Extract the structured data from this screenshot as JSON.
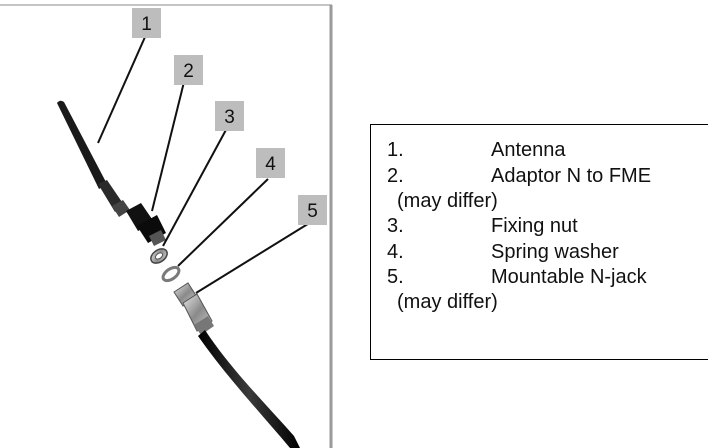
{
  "callouts": [
    "1",
    "2",
    "3",
    "4",
    "5"
  ],
  "legend": {
    "items": [
      {
        "num": "1.",
        "label": "Antenna",
        "note": ""
      },
      {
        "num": "2.",
        "label": "Adaptor N to FME",
        "note": "(may differ)"
      },
      {
        "num": "3.",
        "label": "Fixing nut",
        "note": ""
      },
      {
        "num": "4.",
        "label": "Spring washer",
        "note": ""
      },
      {
        "num": "5.",
        "label": "Mountable N-jack",
        "note": "(may differ)"
      }
    ]
  },
  "colors": {
    "callout_box": "#bdbdbd",
    "part_dark": "#151515",
    "metal": "#9a9a9a"
  }
}
